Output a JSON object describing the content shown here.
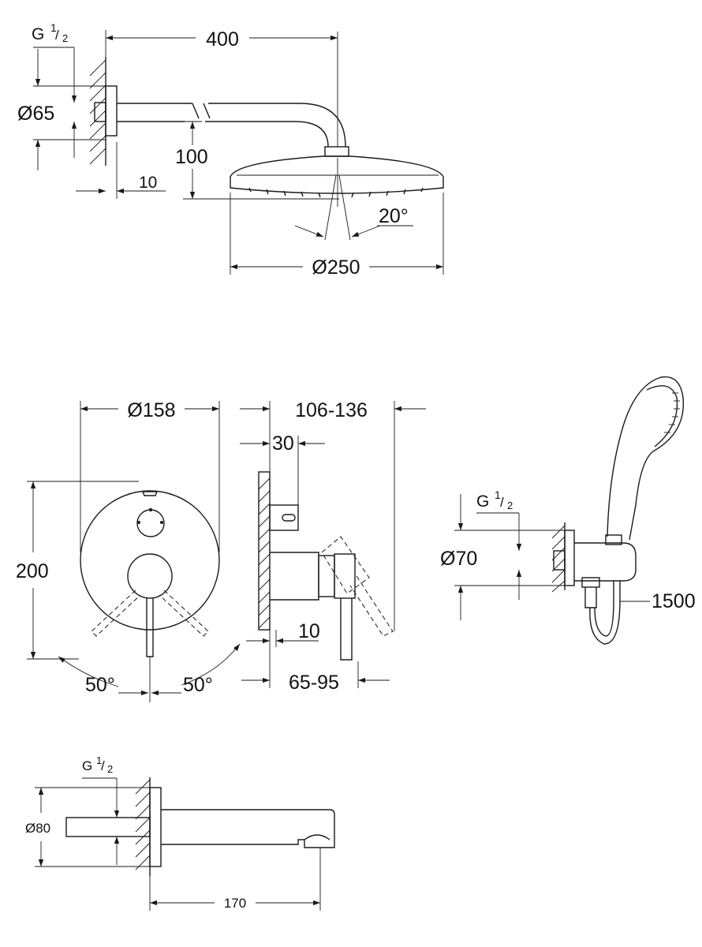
{
  "overhead_shower": {
    "thread": {
      "letter": "G",
      "num": "1",
      "den": "2"
    },
    "width_400": "400",
    "flange_dia": "Ø65",
    "drop_100": "100",
    "offset_10": "10",
    "spray_angle": "20°",
    "head_dia": "Ø250"
  },
  "mixer": {
    "plate_dia": "Ø158",
    "depth_range": "106-136",
    "depth_30": "30",
    "height_200": "200",
    "offset_10": "10",
    "angle_left": "50°",
    "angle_right": "50°",
    "lever_range": "65-95"
  },
  "hand_shower": {
    "thread": {
      "letter": "G",
      "num": "1",
      "den": "2"
    },
    "elbow_dia": "Ø70",
    "hose_length": "1500"
  },
  "spout": {
    "thread": {
      "letter": "G",
      "num": "1",
      "den": "2"
    },
    "rosette_dia": "Ø80",
    "projection": "170"
  }
}
